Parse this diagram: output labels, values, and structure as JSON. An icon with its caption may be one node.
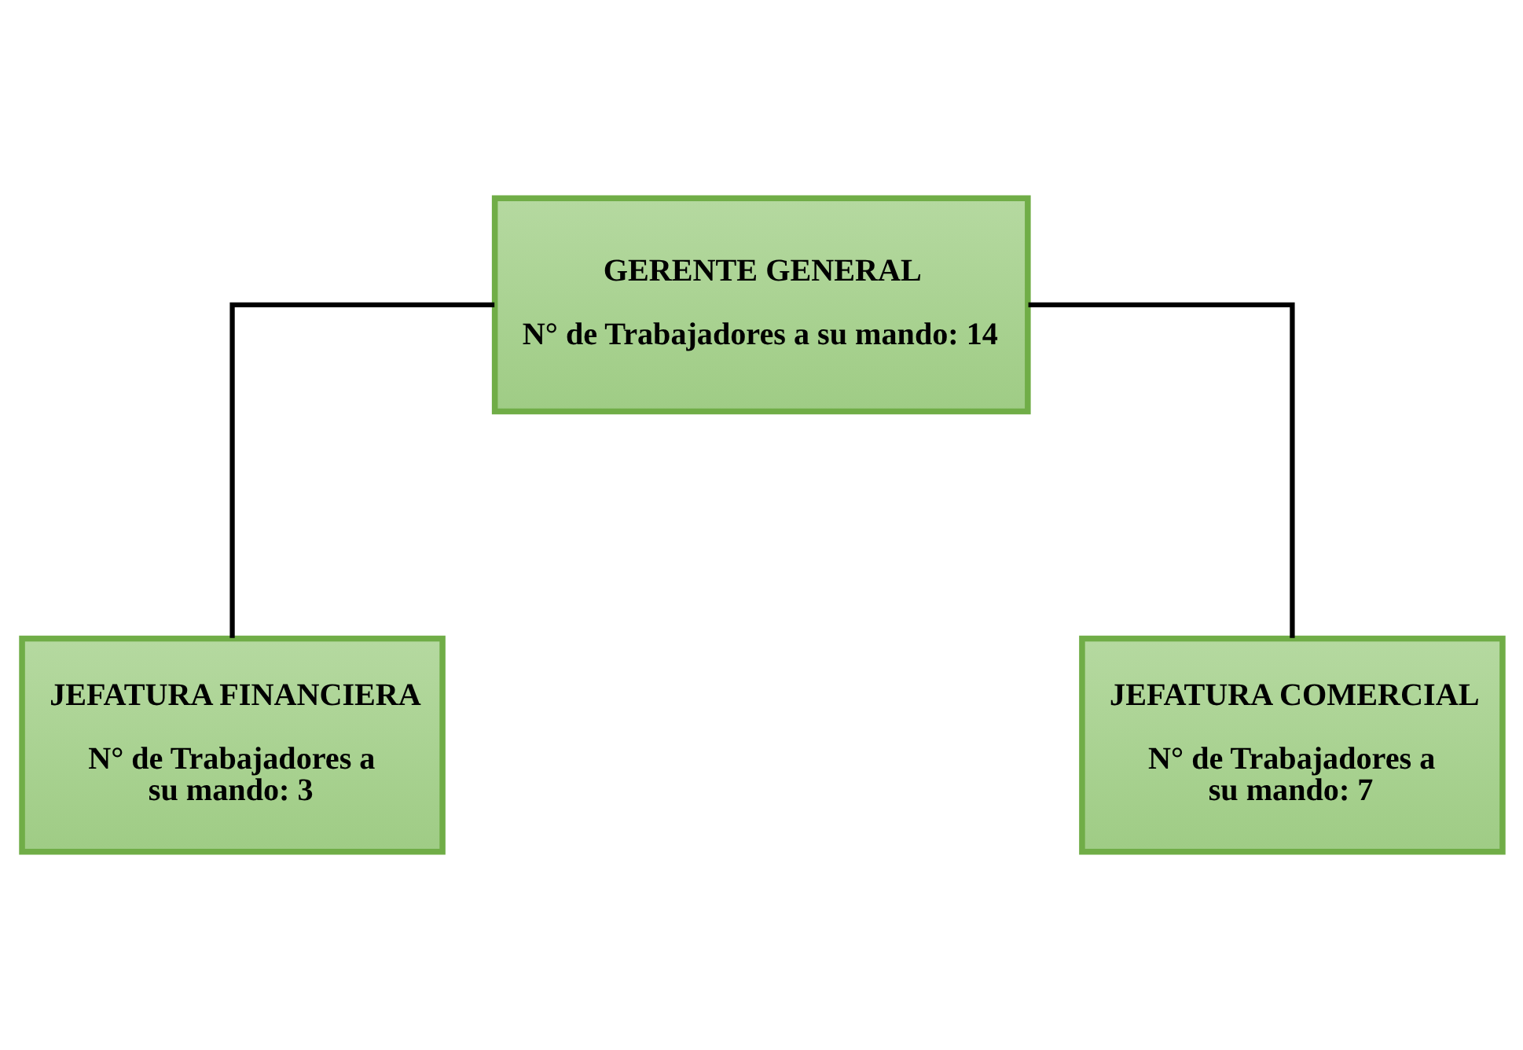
{
  "diagram": {
    "nodes": [
      {
        "text": [
          "GERENTE GENERAL",
          "N° de Trabajadores a su mando: 14"
        ]
      },
      {
        "text": [
          "JEFATURA FINANCIERA",
          "N° de Trabajadores a su mando: 3"
        ]
      },
      {
        "text": [
          "JEFATURA COMERCIAL",
          "N° de Trabajadores a su mando: 7"
        ]
      }
    ],
    "edges": [
      {
        "from": 0,
        "to": 1,
        "arrow": "none"
      },
      {
        "from": 0,
        "to": 2,
        "arrow": "none"
      }
    ]
  }
}
